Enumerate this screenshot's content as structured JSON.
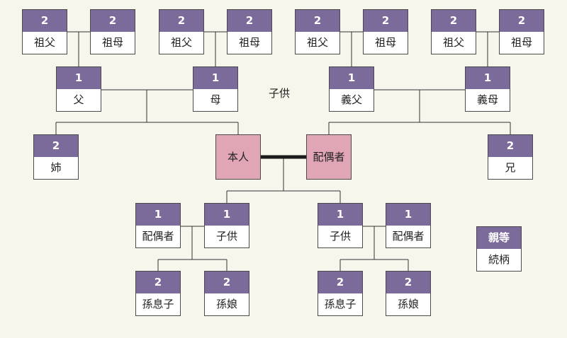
{
  "colors": {
    "background": "#f7f6ec",
    "degree_header": "#7b6b9a",
    "self": "#e0a6b6",
    "line": "#333333"
  },
  "gp1": {
    "deg": "2",
    "rel": "祖父"
  },
  "gm1": {
    "deg": "2",
    "rel": "祖母"
  },
  "gp2": {
    "deg": "2",
    "rel": "祖父"
  },
  "gm2": {
    "deg": "2",
    "rel": "祖母"
  },
  "gp3": {
    "deg": "2",
    "rel": "祖父"
  },
  "gm3": {
    "deg": "2",
    "rel": "祖母"
  },
  "gp4": {
    "deg": "2",
    "rel": "祖父"
  },
  "gm4": {
    "deg": "2",
    "rel": "祖母"
  },
  "father": {
    "deg": "1",
    "rel": "父"
  },
  "mother": {
    "deg": "1",
    "rel": "母"
  },
  "father_in_law": {
    "deg": "1",
    "rel": "義父"
  },
  "mother_in_law": {
    "deg": "1",
    "rel": "義母"
  },
  "child_label": "子供",
  "sister": {
    "deg": "2",
    "rel": "姉"
  },
  "brother": {
    "deg": "2",
    "rel": "兄"
  },
  "self": "本人",
  "spouse": "配偶者",
  "child_spouse_left": {
    "deg": "1",
    "rel": "配偶者"
  },
  "child_left": {
    "deg": "1",
    "rel": "子供"
  },
  "child_right": {
    "deg": "1",
    "rel": "子供"
  },
  "child_spouse_right": {
    "deg": "1",
    "rel": "配偶者"
  },
  "grandson_left": {
    "deg": "2",
    "rel": "孫息子"
  },
  "granddaughter_left": {
    "deg": "2",
    "rel": "孫娘"
  },
  "grandson_right": {
    "deg": "2",
    "rel": "孫息子"
  },
  "granddaughter_right": {
    "deg": "2",
    "rel": "孫娘"
  },
  "legend": {
    "deg": "親等",
    "rel": "続柄"
  }
}
